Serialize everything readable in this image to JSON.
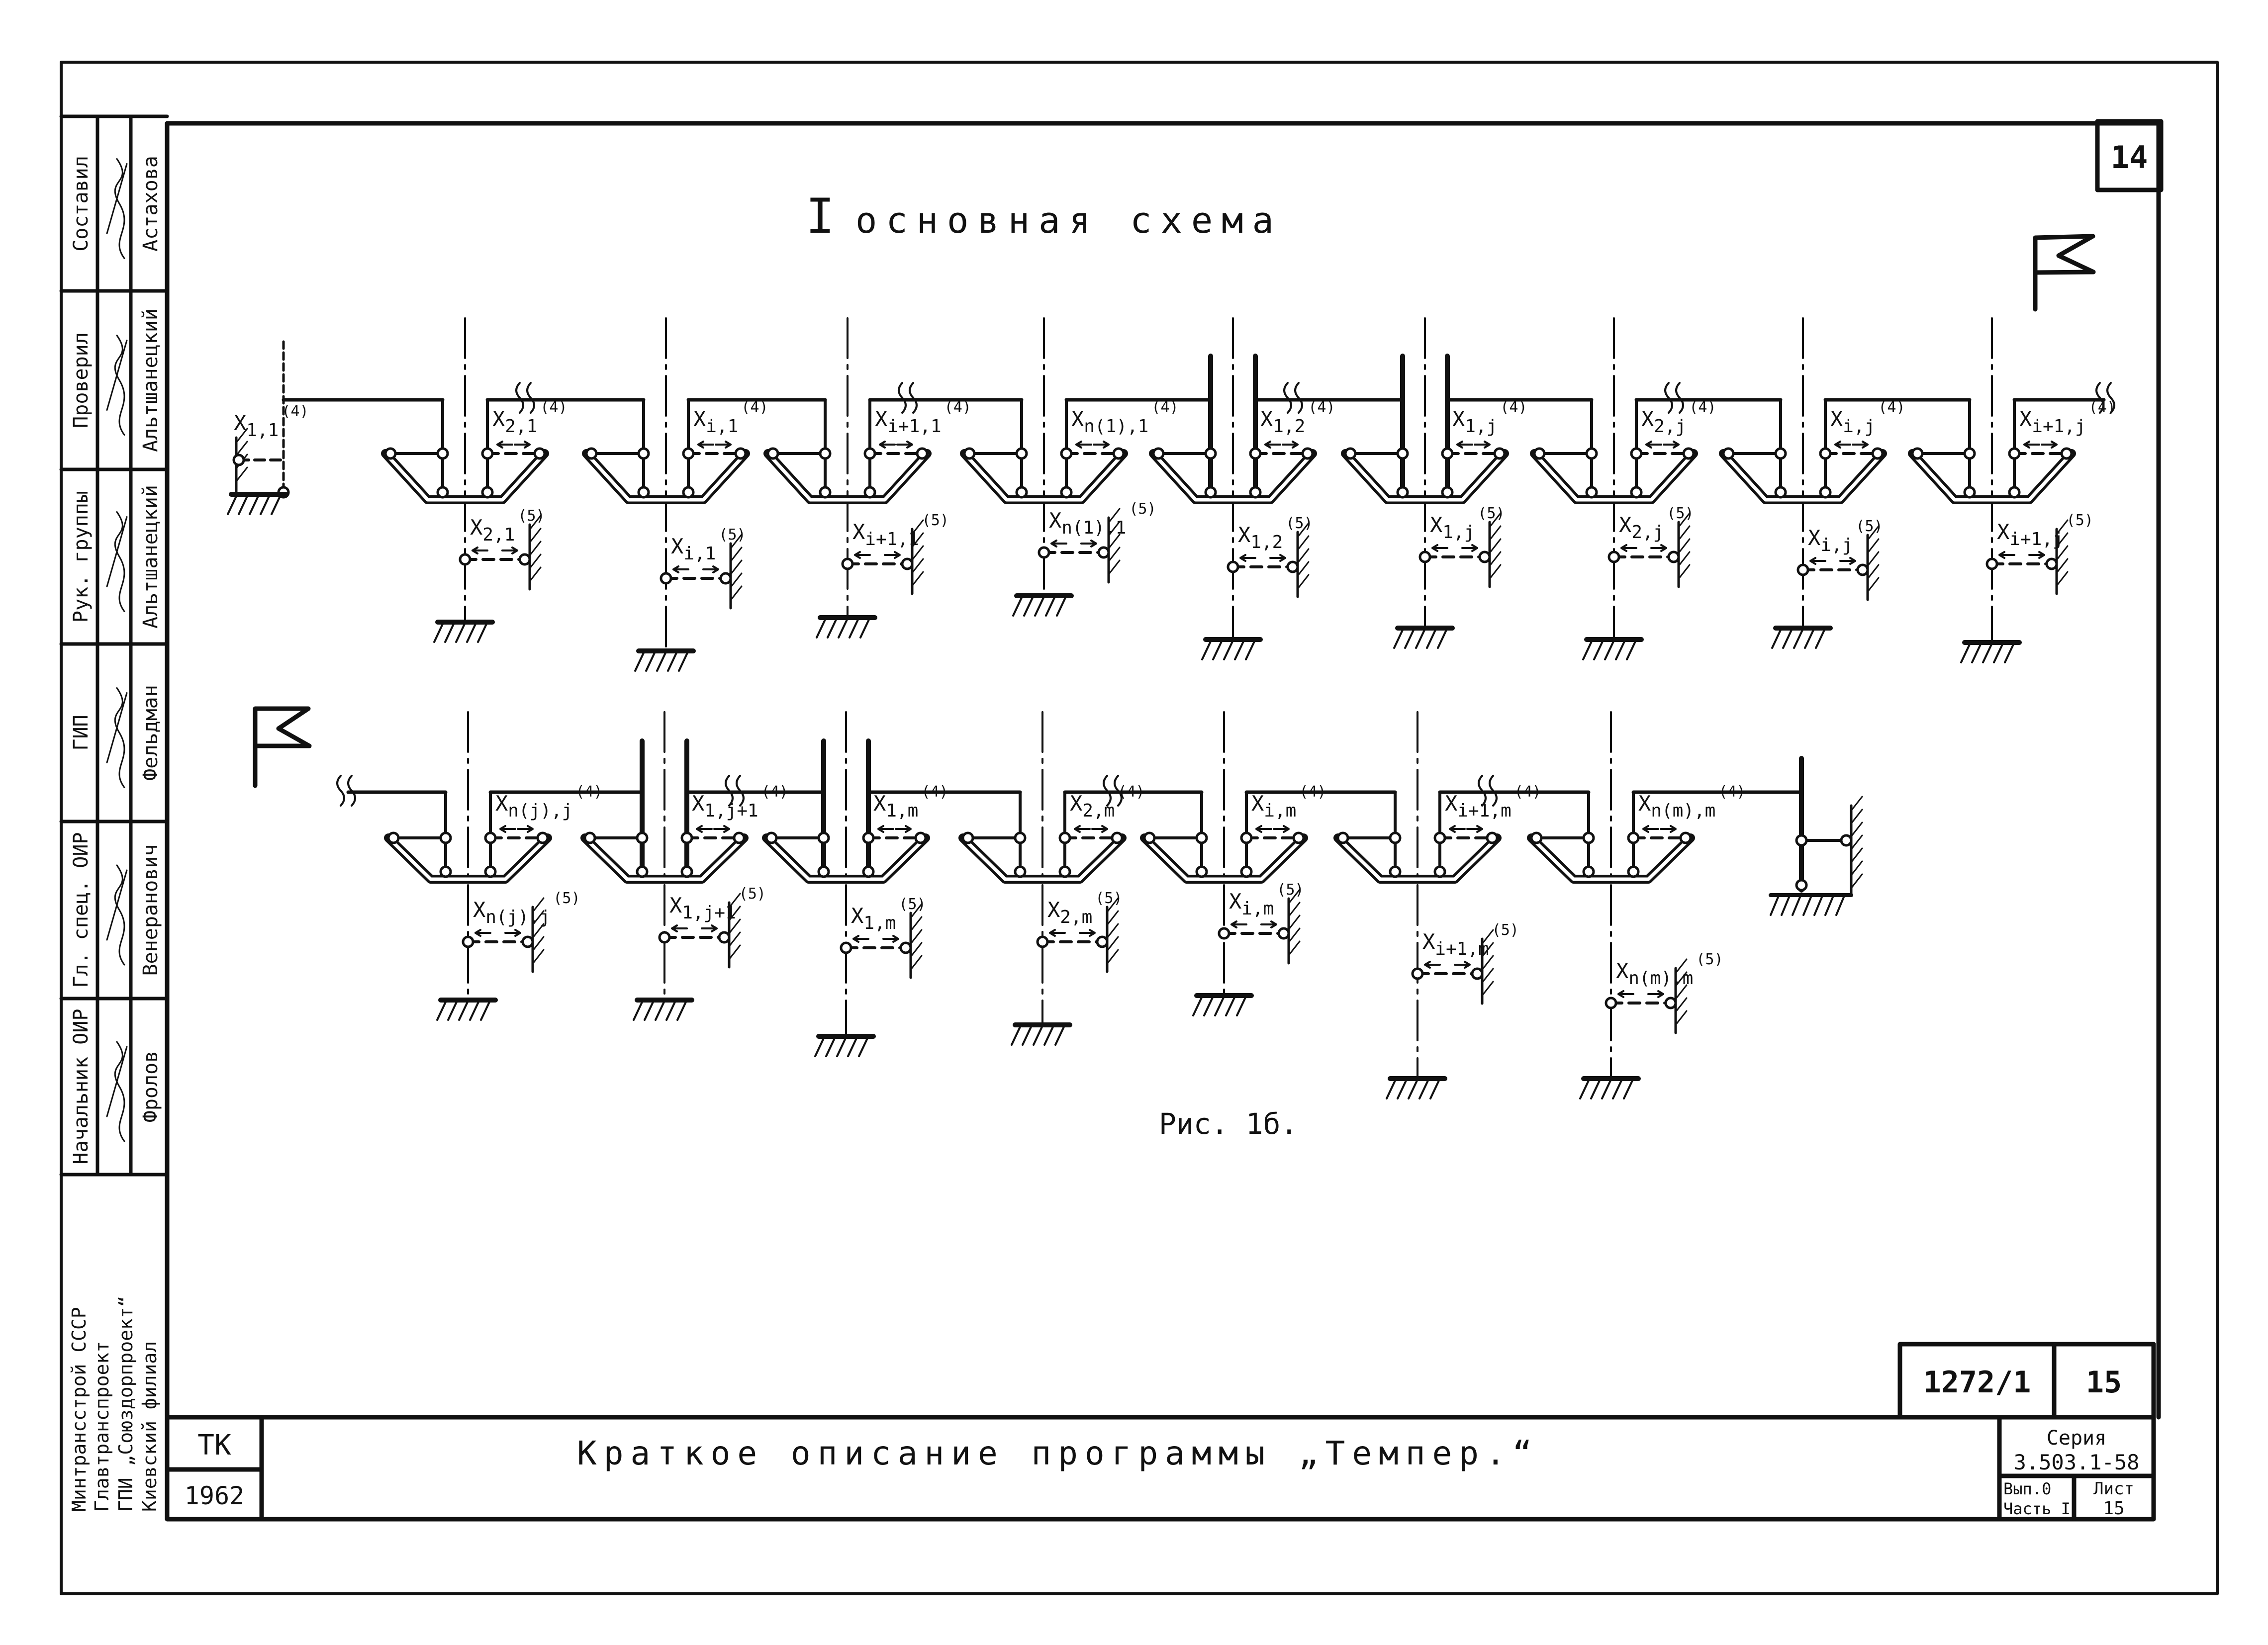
{
  "sheet_number_top": "14",
  "heading": {
    "roman": "I",
    "text": "основная схема"
  },
  "figure_caption": "Рис. 1б.",
  "title_block": {
    "doc_code": "ТК",
    "year": "1962",
    "title": "Краткое описание программы „Темпер.“",
    "project_number": "1272/1",
    "page": "15",
    "series_label": "Серия",
    "series_value": "3.503.1-58",
    "issue": "Вып.0",
    "part": "Часть I",
    "sheet_label": "Лист",
    "sheet_value": "15"
  },
  "stamp": {
    "rows": [
      {
        "role": "Составил",
        "name": "Астахова"
      },
      {
        "role": "Проверил",
        "name": "Альтшанецкий"
      },
      {
        "role": "Рук. группы",
        "name": "Альтшанецкий"
      },
      {
        "role": "ГИП",
        "name": "Фельдман"
      },
      {
        "role": "Гл. спец. ОИР",
        "name": "Венеранович"
      },
      {
        "role": "Начальник ОИР",
        "name": "Фролов"
      }
    ],
    "organization": [
      "Минтрансстрой СССР",
      "Главтранспроект",
      "ГПИ „Союздорпроект“",
      "Киевский филиал"
    ]
  },
  "diagram": {
    "symbol": "X",
    "start_support_label": {
      "sub": "1,1",
      "sup": "(4)"
    },
    "top_row": [
      {
        "l4": "2,1",
        "l5": "2,1"
      },
      {
        "l4": "i,1",
        "l5": "i,1"
      },
      {
        "l4": "i+1,1",
        "l5": "i+1,1"
      },
      {
        "l4": "n(1),1",
        "l5": "n(1),1"
      },
      {
        "l4": "1,2",
        "l5": "1,2"
      },
      {
        "l4": "1,j",
        "l5": "1,j"
      },
      {
        "l4": "2,j",
        "l5": "2,j"
      },
      {
        "l4": "i,j",
        "l5": "i,j"
      },
      {
        "l4": "i+1,j",
        "l5": "i+1,j"
      }
    ],
    "bottom_row": [
      {
        "l4": "n(j),j",
        "l5": "n(j),j"
      },
      {
        "l4": "1,j+1",
        "l5": "1,j+1"
      },
      {
        "l4": "1,m",
        "l5": "1,m"
      },
      {
        "l4": "2,m",
        "l5": "2,m"
      },
      {
        "l4": "i,m",
        "l5": "i,m"
      },
      {
        "l4": "i+1,m",
        "l5": "i+1,m"
      },
      {
        "l4": "n(m),m",
        "l5": "n(m),m"
      }
    ],
    "sup4": "(4)",
    "sup5": "(5)"
  },
  "colors": {
    "ink": "#111111",
    "paper": "#ffffff"
  }
}
